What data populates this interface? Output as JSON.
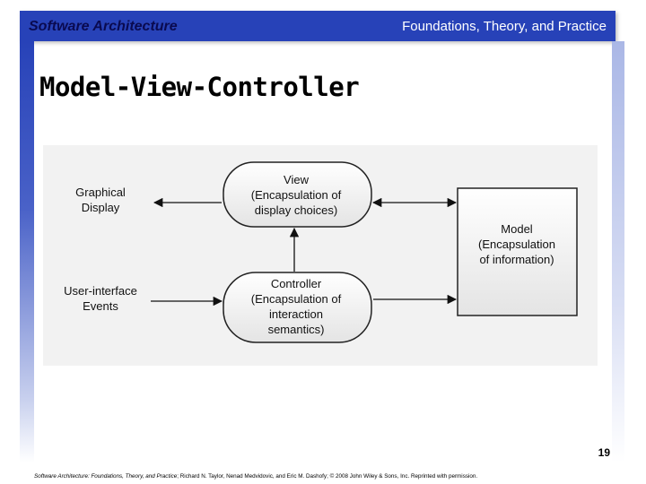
{
  "header": {
    "left_title": "Software Architecture",
    "right_title": "Foundations, Theory, and Practice"
  },
  "slide": {
    "title": "Model-View-Controller",
    "page_number": "19"
  },
  "diagram": {
    "left_labels": {
      "graphical_display": [
        "Graphical",
        "Display"
      ],
      "ui_events": [
        "User-interface",
        "Events"
      ]
    },
    "view_box": [
      "View",
      "(Encapsulation of",
      "display choices)"
    ],
    "controller_box": [
      "Controller",
      "(Encapsulation of",
      "interaction",
      "semantics)"
    ],
    "model_box": [
      "Model",
      "(Encapsulation",
      "of information)"
    ]
  },
  "footer": {
    "book_title": "Software Architecture: Foundations, Theory, and Practice",
    "credits": "; Richard N. Taylor, Nenad Medvidovic, and Eric M. Dashofy; © 2008 John Wiley & Sons, Inc. Reprinted with permission."
  }
}
